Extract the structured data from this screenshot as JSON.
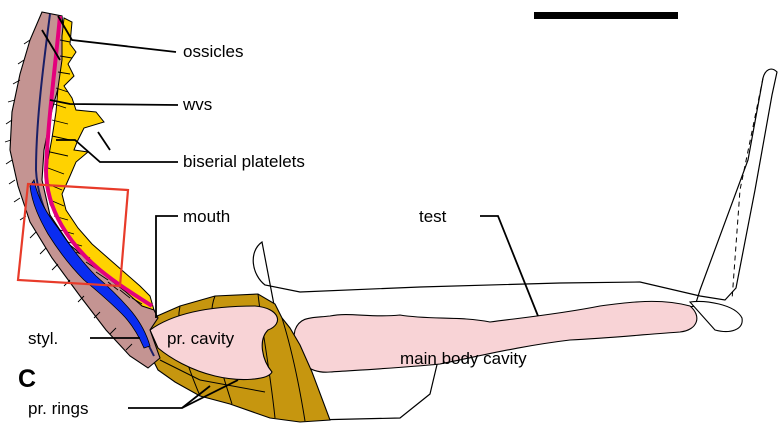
{
  "panel_letter": "C",
  "labels": {
    "ossicles": "ossicles",
    "wvs": "wvs",
    "biserial_platelets": "biserial platelets",
    "mouth": "mouth",
    "test": "test",
    "styl": "styl.",
    "pr_cavity": "pr. cavity",
    "main_body_cavity": "main body cavity",
    "pr_rings": "pr. rings"
  },
  "colors": {
    "outline": "#000000",
    "stylocone_mauve": "#c49492",
    "platelet_yellow": "#ffd200",
    "water_vessel_magenta": "#e4007c",
    "canal_blue": "#0a2cf0",
    "canal_navy": "#1a1f66",
    "proximal_rings_ochre": "#c6960f",
    "cavity_pink": "#f8d3d6",
    "inset_box_red": "#e83b2a",
    "scale_bar": "#000000",
    "test_fill": "#ffffff"
  }
}
